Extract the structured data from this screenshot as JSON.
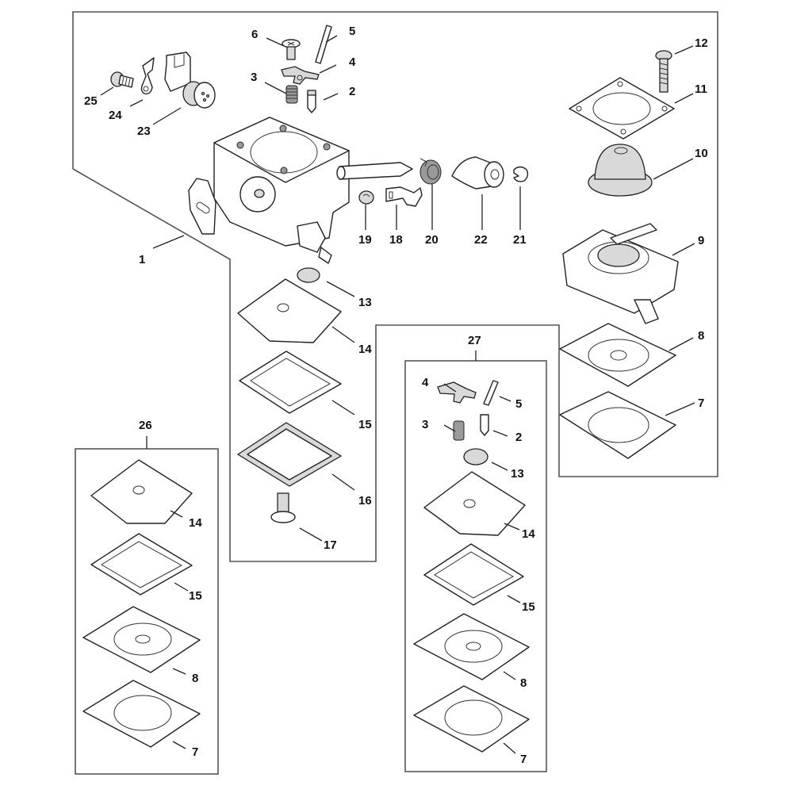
{
  "diagram": {
    "type": "exploded-parts-diagram",
    "subject": "carburetor",
    "callouts": [
      {
        "id": "c1",
        "label": "1",
        "part": "carburetor-body"
      },
      {
        "id": "c2",
        "label": "2",
        "part": "inlet-needle"
      },
      {
        "id": "c3",
        "label": "3",
        "part": "spring"
      },
      {
        "id": "c4",
        "label": "4",
        "part": "inlet-control-lever"
      },
      {
        "id": "c5",
        "label": "5",
        "part": "pin"
      },
      {
        "id": "c6",
        "label": "6",
        "part": "screw"
      },
      {
        "id": "c7",
        "label": "7",
        "part": "gasket"
      },
      {
        "id": "c8",
        "label": "8",
        "part": "pump-diaphragm"
      },
      {
        "id": "c9",
        "label": "9",
        "part": "end-cover"
      },
      {
        "id": "c10",
        "label": "10",
        "part": "primer-bulb"
      },
      {
        "id": "c11",
        "label": "11",
        "part": "retaining-plate"
      },
      {
        "id": "c12",
        "label": "12",
        "part": "screw"
      },
      {
        "id": "c13",
        "label": "13",
        "part": "strainer"
      },
      {
        "id": "c14",
        "label": "14",
        "part": "metering-diaphragm"
      },
      {
        "id": "c15",
        "label": "15",
        "part": "gasket"
      },
      {
        "id": "c16",
        "label": "16",
        "part": "cover"
      },
      {
        "id": "c17",
        "label": "17",
        "part": "screw"
      },
      {
        "id": "c18",
        "label": "18",
        "part": "lever"
      },
      {
        "id": "c19",
        "label": "19",
        "part": "plug"
      },
      {
        "id": "c20",
        "label": "20",
        "part": "torsion-spring"
      },
      {
        "id": "c21",
        "label": "21",
        "part": "e-clip"
      },
      {
        "id": "c22",
        "label": "22",
        "part": "choke-lever"
      },
      {
        "id": "c23",
        "label": "23",
        "part": "solenoid-valve"
      },
      {
        "id": "c24",
        "label": "24",
        "part": "clip"
      },
      {
        "id": "c25",
        "label": "25",
        "part": "screw"
      },
      {
        "id": "c26",
        "label": "26",
        "part": "gasket-set"
      },
      {
        "id": "c27",
        "label": "27",
        "part": "repair-kit"
      }
    ],
    "kit_26": {
      "label": "26",
      "contents": [
        {
          "label": "14"
        },
        {
          "label": "15"
        },
        {
          "label": "8"
        },
        {
          "label": "7"
        }
      ]
    },
    "kit_27": {
      "label": "27",
      "contents": [
        {
          "label": "4"
        },
        {
          "label": "5"
        },
        {
          "label": "3"
        },
        {
          "label": "2"
        },
        {
          "label": "13"
        },
        {
          "label": "14"
        },
        {
          "label": "15"
        },
        {
          "label": "8"
        },
        {
          "label": "7"
        }
      ]
    }
  }
}
